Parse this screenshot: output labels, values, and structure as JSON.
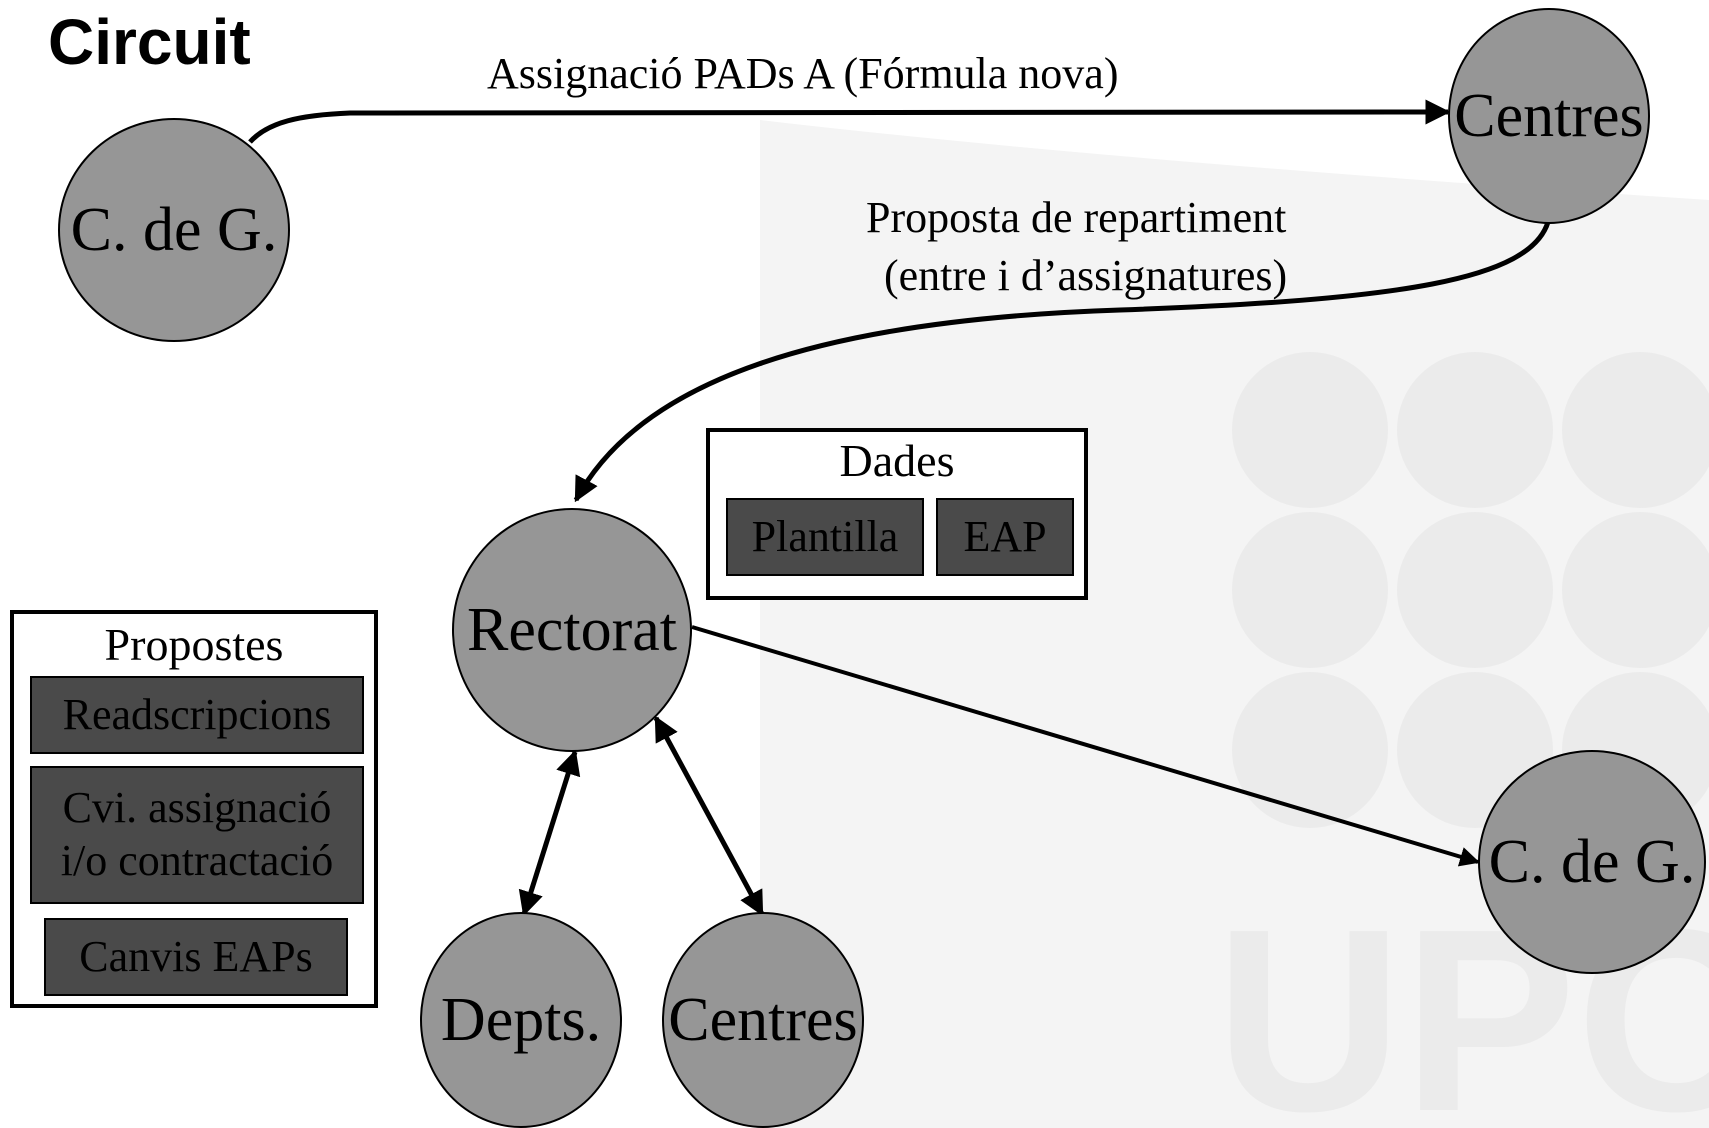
{
  "title": "Circuit",
  "nodes": {
    "cdg_top": "C. de G.",
    "centres_top": "Centres",
    "rectorat": "Rectorat",
    "depts": "Depts.",
    "centres_bottom": "Centres",
    "cdg_right": "C. de G."
  },
  "edges": {
    "assignacio_label": "Assignació PADs A (Fórmula nova)",
    "proposta_line1": "Proposta de repartiment",
    "proposta_line2": "(entre i d’assignatures)"
  },
  "dades": {
    "title": "Dades",
    "items": [
      "Plantilla",
      "EAP"
    ]
  },
  "propostes": {
    "title": "Propostes",
    "items": [
      "Readscripcions",
      "Cvi. assignació",
      "i/o contractació",
      "Canvis EAPs"
    ]
  },
  "watermark": "UPC",
  "colors": {
    "node_fill": "#969696",
    "chip_fill": "#4a4a4a",
    "watermark": "#ebebeb"
  }
}
